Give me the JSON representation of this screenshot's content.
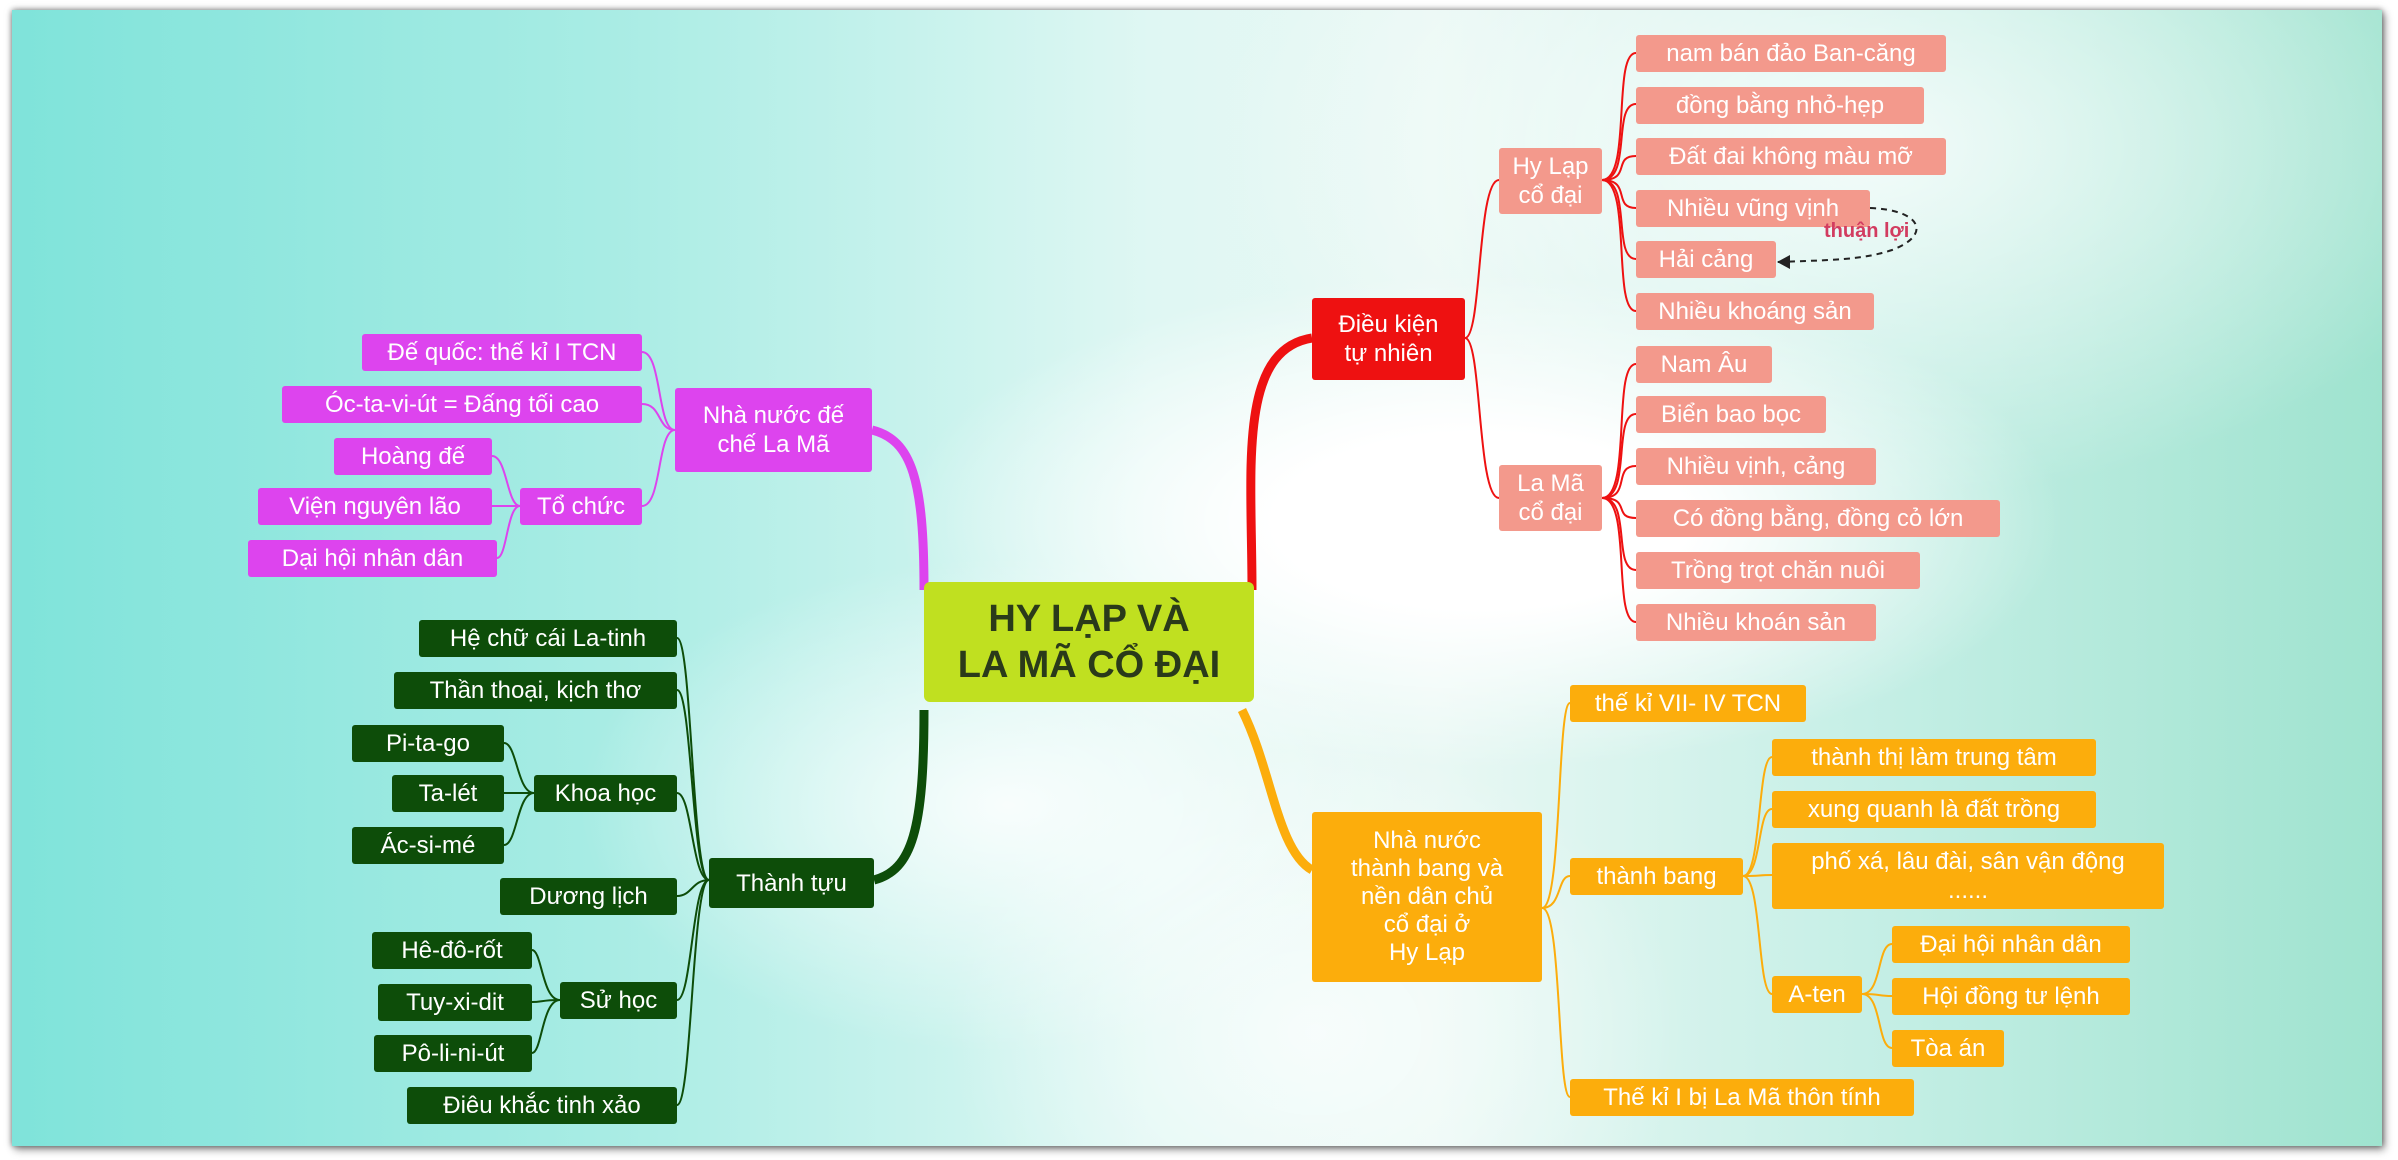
{
  "root": {
    "line1": "HY LẠP VÀ",
    "line2": "LA MÃ CỔ ĐẠI"
  },
  "colors": {
    "red": "#ee1111",
    "salmon": "#f3998c",
    "orange": "#fcad0c",
    "magenta": "#dd44ee",
    "green": "#0d4d09",
    "root": "#c0e020"
  },
  "natural": {
    "label_l1": "Điều kiện",
    "label_l2": "tự nhiên",
    "greece": {
      "label_l1": "Hy Lạp",
      "label_l2": "cổ đại",
      "items": [
        "nam bán đảo Ban-căng",
        "đồng bằng nhỏ-hẹp",
        "Đất đai không màu mỡ",
        "Nhiều vũng vịnh",
        "Hải cảng",
        "Nhiều khoáng sản"
      ],
      "note": "thuận lợi"
    },
    "rome": {
      "label_l1": "La Mã",
      "label_l2": "cổ đại",
      "items": [
        "Nam Âu",
        "Biển bao bọc",
        "Nhiều vịnh, cảng",
        "Có đồng bằng, đồng cỏ lớn",
        "Trồng trọt chăn nuôi",
        "Nhiều khoán sản"
      ]
    }
  },
  "citystate": {
    "label_lines": [
      "Nhà nước",
      "thành bang và",
      "nền dân chủ",
      "cổ đại ở",
      "Hy Lạp"
    ],
    "period": "thế kỉ VII- IV TCN",
    "thanhbang": {
      "label": "thành bang",
      "items": [
        "thành thị làm trung tâm",
        "xung quanh là đất trồng"
      ],
      "item3_l1": "phố xá, lâu đài, sân vận động",
      "item3_l2": "......"
    },
    "aten": {
      "label": "A-ten",
      "items": [
        "Đại hội nhân dân",
        "Hội đồng tư lệnh",
        "Tòa án"
      ]
    },
    "end": "Thế kỉ I bị La Mã thôn tính"
  },
  "empire": {
    "label_l1": "Nhà nước đế",
    "label_l2": "chế La Mã",
    "items": [
      "Đế quốc: thế kỉ I TCN",
      "Óc-ta-vi-út = Đấng tối cao"
    ],
    "org": {
      "label": "Tổ chức",
      "items": [
        "Hoàng đế",
        "Viện nguyên lão",
        "Dại hội nhân dân"
      ]
    }
  },
  "achievements": {
    "label": "Thành tựu",
    "top": [
      "Hệ chữ cái La-tinh",
      "Thần thoại, kịch thơ"
    ],
    "science": {
      "label": "Khoa học",
      "items": [
        "Pi-ta-go",
        "Ta-lét",
        "Ác-si-mé"
      ]
    },
    "calendar": "Dương lịch",
    "history": {
      "label": "Sử học",
      "items": [
        "Hê-đô-rốt",
        "Tuy-xi-dit",
        "Pô-li-ni-út"
      ]
    },
    "sculpture": "Điêu khắc tinh xảo"
  }
}
